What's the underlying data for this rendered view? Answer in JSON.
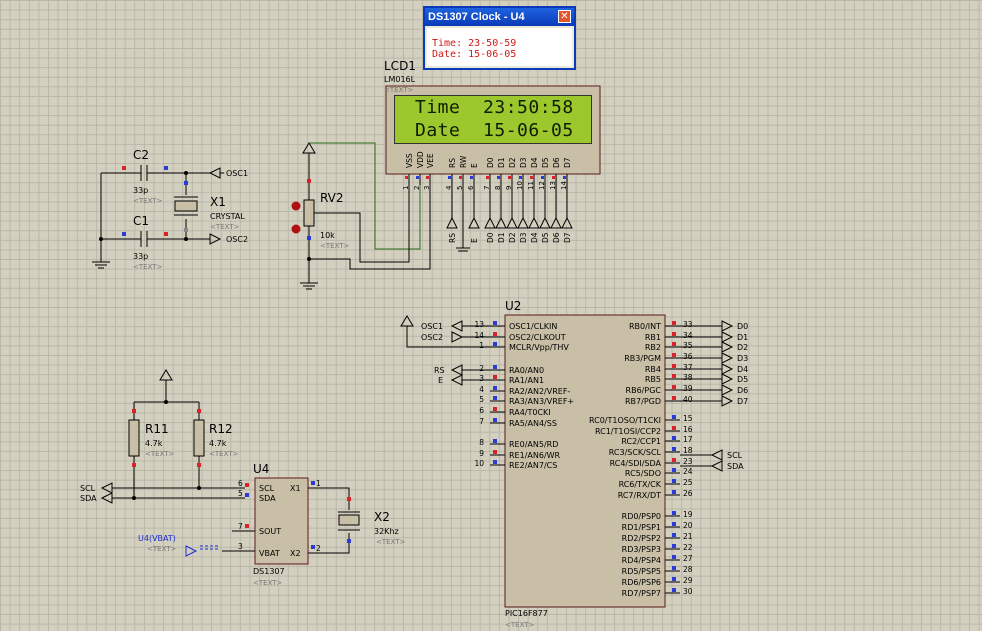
{
  "popup": {
    "title": "DS1307 Clock - U4",
    "close_glyph": "✕",
    "time_line": "Time: 23-50-59",
    "date_line": "Date: 15-06-05"
  },
  "lcd": {
    "ref": "LCD1",
    "model": "LM016L",
    "text_ph": "<TEXT>",
    "line1": "Time  23:50:58",
    "line2": "Date  15-06-05",
    "pins": [
      "VSS",
      "VDD",
      "VEE",
      "RS",
      "RW",
      "E",
      "D0",
      "D1",
      "D2",
      "D3",
      "D4",
      "D5",
      "D6",
      "D7"
    ],
    "pin_numbers": [
      "1",
      "2",
      "3",
      "4",
      "5",
      "6",
      "7",
      "8",
      "9",
      "10",
      "11",
      "12",
      "13",
      "14"
    ],
    "bottom_labels": [
      "RS",
      "E",
      "D0",
      "D1",
      "D2",
      "D3",
      "D4",
      "D5",
      "D6",
      "D7"
    ]
  },
  "osc": {
    "c2": {
      "ref": "C2",
      "value": "33p",
      "text": "<TEXT>"
    },
    "c1": {
      "ref": "C1",
      "value": "33p",
      "text": "<TEXT>"
    },
    "x1": {
      "ref": "X1",
      "value": "CRYSTAL",
      "text": "<TEXT>"
    },
    "osc1": "OSC1",
    "osc2": "OSC2"
  },
  "rv2": {
    "ref": "RV2",
    "value": "10k",
    "text": "<TEXT>"
  },
  "u2": {
    "ref": "U2",
    "part": "PIC16F877",
    "text": "<TEXT>",
    "left_pins": [
      {
        "num": "13",
        "name": "OSC1/CLKIN"
      },
      {
        "num": "14",
        "name": "OSC2/CLKOUT"
      },
      {
        "num": "1",
        "name": "MCLR/Vpp/THV"
      },
      {
        "num": "2",
        "name": "RA0/AN0"
      },
      {
        "num": "3",
        "name": "RA1/AN1"
      },
      {
        "num": "4",
        "name": "RA2/AN2/VREF-"
      },
      {
        "num": "5",
        "name": "RA3/AN3/VREF+"
      },
      {
        "num": "6",
        "name": "RA4/T0CKI"
      },
      {
        "num": "7",
        "name": "RA5/AN4/SS"
      },
      {
        "num": "8",
        "name": "RE0/AN5/RD"
      },
      {
        "num": "9",
        "name": "RE1/AN6/WR"
      },
      {
        "num": "10",
        "name": "RE2/AN7/CS"
      }
    ],
    "right_pins": [
      {
        "num": "33",
        "name": "RB0/INT"
      },
      {
        "num": "34",
        "name": "RB1"
      },
      {
        "num": "35",
        "name": "RB2"
      },
      {
        "num": "36",
        "name": "RB3/PGM"
      },
      {
        "num": "37",
        "name": "RB4"
      },
      {
        "num": "38",
        "name": "RB5"
      },
      {
        "num": "39",
        "name": "RB6/PGC"
      },
      {
        "num": "40",
        "name": "RB7/PGD"
      },
      {
        "num": "15",
        "name": "RC0/T1OSO/T1CKI"
      },
      {
        "num": "16",
        "name": "RC1/T1OSI/CCP2"
      },
      {
        "num": "17",
        "name": "RC2/CCP1"
      },
      {
        "num": "18",
        "name": "RC3/SCK/SCL"
      },
      {
        "num": "23",
        "name": "RC4/SDI/SDA"
      },
      {
        "num": "24",
        "name": "RC5/SDO"
      },
      {
        "num": "25",
        "name": "RC6/TX/CK"
      },
      {
        "num": "26",
        "name": "RC7/RX/DT"
      },
      {
        "num": "19",
        "name": "RD0/PSP0"
      },
      {
        "num": "20",
        "name": "RD1/PSP1"
      },
      {
        "num": "21",
        "name": "RD2/PSP2"
      },
      {
        "num": "22",
        "name": "RD3/PSP3"
      },
      {
        "num": "27",
        "name": "RD4/PSP4"
      },
      {
        "num": "28",
        "name": "RD5/PSP5"
      },
      {
        "num": "29",
        "name": "RD6/PSP6"
      },
      {
        "num": "30",
        "name": "RD7/PSP7"
      }
    ],
    "left_terminals": [
      "OSC1",
      "OSC2",
      "RS",
      "E"
    ],
    "right_terminals": [
      "D0",
      "D1",
      "D2",
      "D3",
      "D4",
      "D5",
      "D6",
      "D7",
      "SCL",
      "SDA"
    ]
  },
  "u4": {
    "ref": "U4",
    "part": "DS1307",
    "text": "<TEXT>",
    "pins_left": [
      {
        "num": "6",
        "name": "SCL"
      },
      {
        "num": "5",
        "name": "SDA"
      },
      {
        "num": "7",
        "name": "SOUT"
      },
      {
        "num": "3",
        "name": "VBAT"
      }
    ],
    "pins_right": [
      {
        "num": "1",
        "name": "X1"
      },
      {
        "num": "2",
        "name": "X2"
      }
    ],
    "vbat_label": "U4(VBAT)",
    "vbat_text": "<TEXT>"
  },
  "r11": {
    "ref": "R11",
    "value": "4.7k",
    "text": "<TEXT>"
  },
  "r12": {
    "ref": "R12",
    "value": "4.7k",
    "text": "<TEXT>"
  },
  "x2": {
    "ref": "X2",
    "value": "32Khz",
    "text": "<TEXT>"
  },
  "bus_terms": {
    "scl": "SCL",
    "sda": "SDA"
  },
  "colors": {
    "popup_text": "#d01818",
    "lcd_bg": "#9cc82e",
    "body": "#c8bfa6",
    "pin_blue": "#2b3bd6",
    "pin_red": "#d8232a",
    "wire": "#000000"
  }
}
